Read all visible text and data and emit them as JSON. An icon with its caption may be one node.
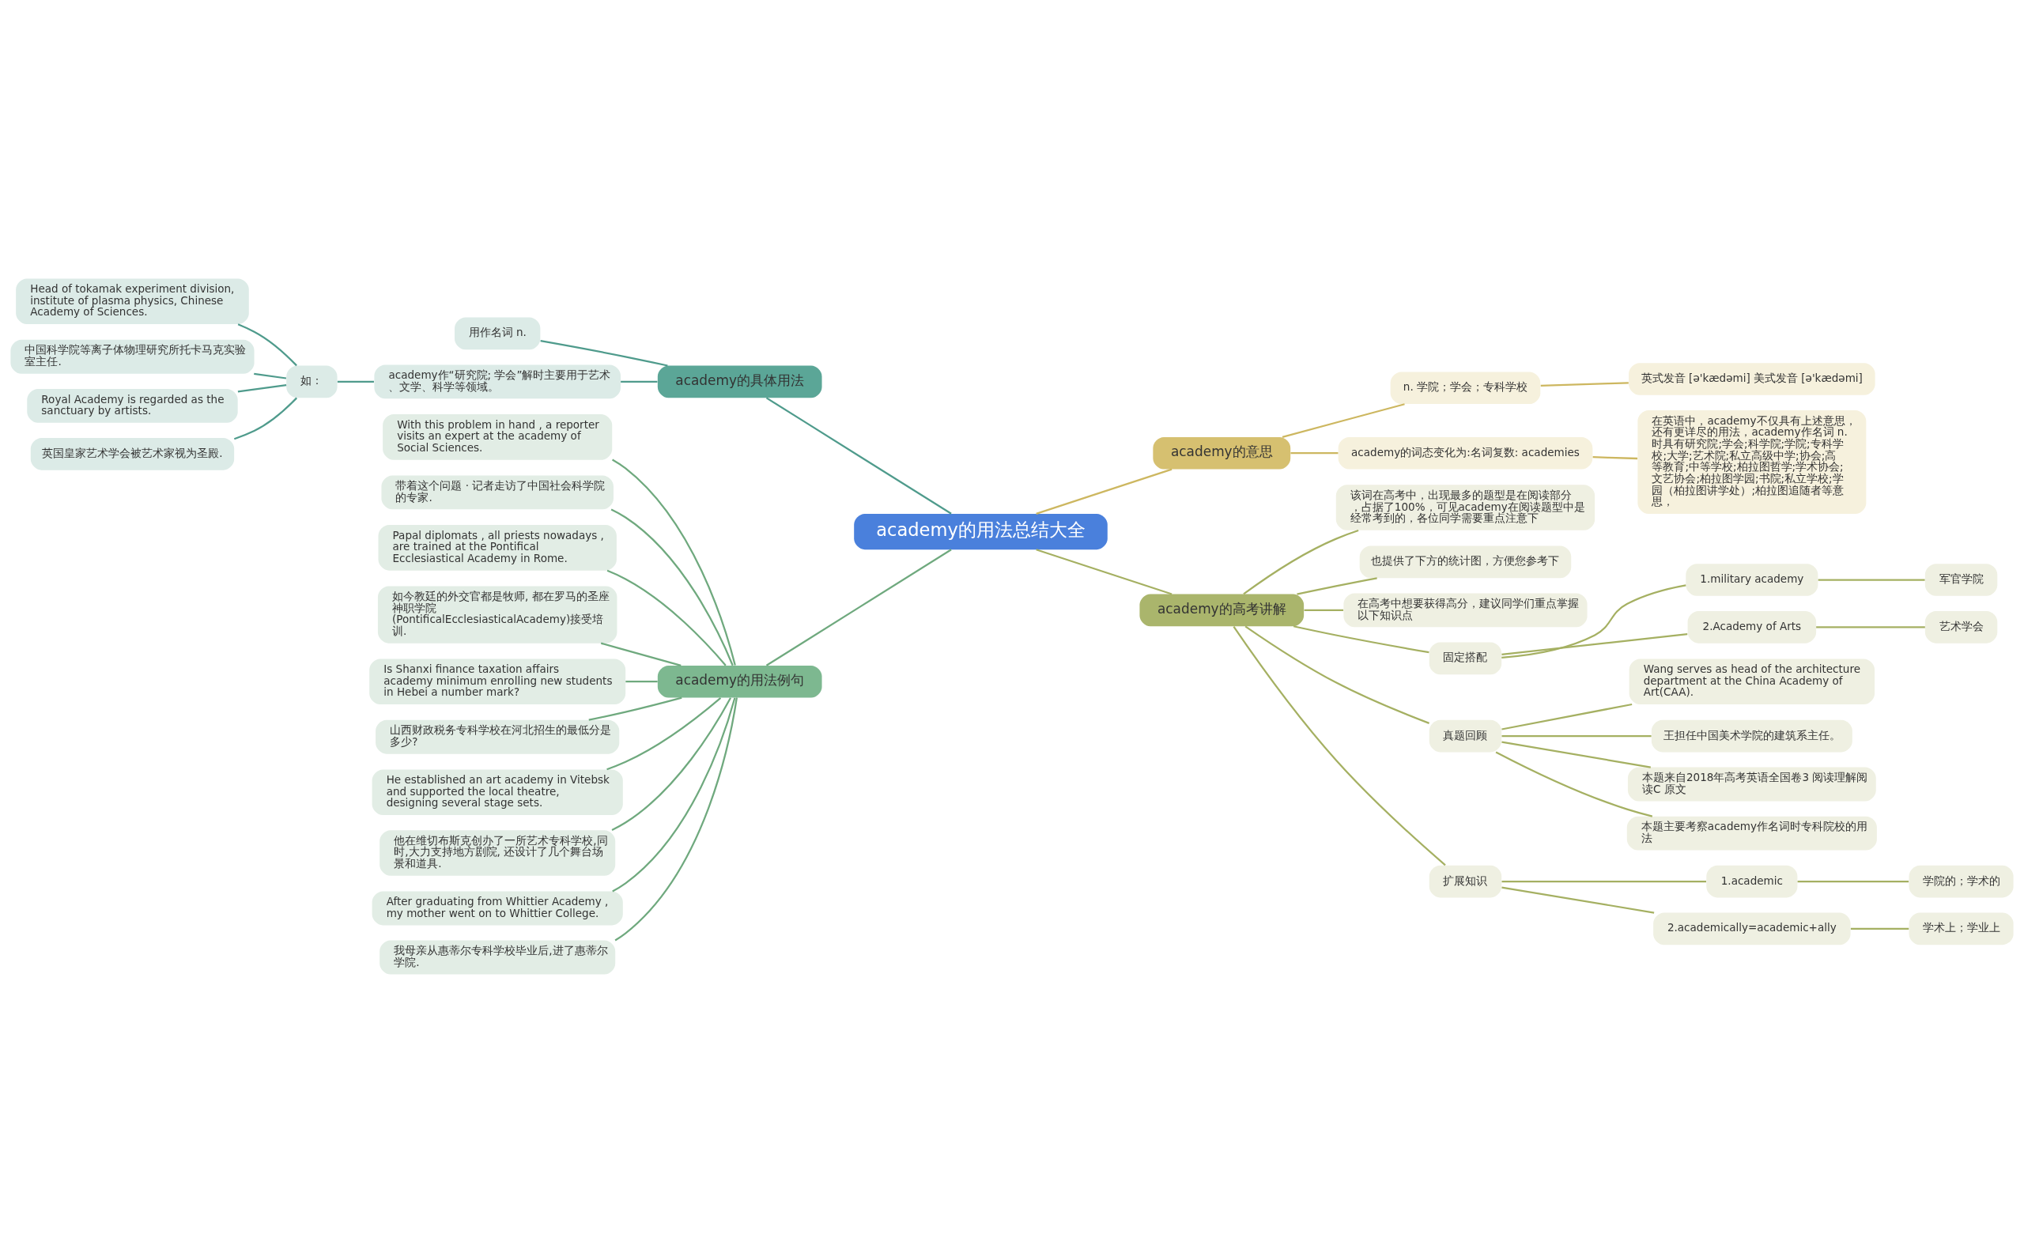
{
  "diagram": {
    "nodes": [
      {
        "text": [
          "academy的用法总结大全"
        ]
      },
      {
        "text": [
          "academy的具体用法"
        ]
      },
      {
        "text": [
          "用作名词 n."
        ]
      },
      {
        "text": [
          "academy作“研究院; 学会”解时主要用于艺术、文学、科学等领域。"
        ]
      },
      {
        "text": [
          "如："
        ]
      },
      {
        "text": [
          "Head of tokamak experiment division, institute of plasma physics, Chinese Academy of Sciences."
        ]
      },
      {
        "text": [
          "中国科学院等离子体物理研究所托卡马克实验室主任."
        ]
      },
      {
        "text": [
          "Royal Academy is regarded as the sanctuary by artists."
        ]
      },
      {
        "text": [
          "英国皇家艺术学会被艺术家视为圣殿."
        ]
      },
      {
        "text": [
          "academy的用法例句"
        ]
      },
      {
        "text": [
          "With this problem in hand , a reporter visits an expert at the academy of Social Sciences."
        ]
      },
      {
        "text": [
          "带着这个问题 · 记者走访了中国社会科学院的专家."
        ]
      },
      {
        "text": [
          "Papal diplomats , all priests nowadays , are trained at the Pontifical Ecclesiastical Academy in Rome."
        ]
      },
      {
        "text": [
          "如今教廷的外交官都是牧师, 都在罗马的圣座神职学院(PontificalEcclesiasticalAcademy)接受培训."
        ]
      },
      {
        "text": [
          "Is Shanxi finance taxation affairs academy minimum enrolling new students in Hebei a number mark?"
        ]
      },
      {
        "text": [
          "山西财政税务专科学校在河北招生的最低分是多少?"
        ]
      },
      {
        "text": [
          "He established an art academy in Vitebsk and supported the local theatre, designing several stage sets."
        ]
      },
      {
        "text": [
          "他在维切布斯克创办了一所艺术专科学校,同时,大力支持地方剧院, 还设计了几个舞台场景和道具."
        ]
      },
      {
        "text": [
          "After graduating from Whittier Academy , my mother went on to Whittier College."
        ]
      },
      {
        "text": [
          "我母亲从惠蒂尔专科学校毕业后,进了惠蒂尔学院."
        ]
      },
      {
        "text": [
          "academy的意思"
        ]
      },
      {
        "text": [
          "n. 学院；学会；专科学校"
        ]
      },
      {
        "text": [
          "英式发音 [ə'kædəmi] 美式发音 [ə'kædəmi]"
        ]
      },
      {
        "text": [
          "academy的词态变化为:名词复数: academies"
        ]
      },
      {
        "text": [
          "在英语中，academy不仅具有上述意思，还有更详尽的用法，academy作名词 n. 时具有研究院;学会;科学院;学院;专科学校;大学;艺术院;私立高级中学;协会;高等教育;中等学校;柏拉图哲学;学术协会;文艺协会;柏拉图学园;书院;私立学校;学园（柏拉图讲学处）;柏拉图追随者等意思，"
        ]
      },
      {
        "text": [
          "academy的高考讲解"
        ]
      },
      {
        "text": [
          "该词在高考中，出现最多的题型是在阅读部分，占据了100%，可见academy在阅读题型中是经常考到的，各位同学需要重点注意下"
        ]
      },
      {
        "text": [
          "也提供了下方的统计图，方便您参考下"
        ]
      },
      {
        "text": [
          "在高考中想要获得高分，建议同学们重点掌握以下知识点"
        ]
      },
      {
        "text": [
          "固定搭配"
        ]
      },
      {
        "text": [
          "1.military academy"
        ]
      },
      {
        "text": [
          "军官学院"
        ]
      },
      {
        "text": [
          "2.Academy of Arts"
        ]
      },
      {
        "text": [
          "艺术学会"
        ]
      },
      {
        "text": [
          "真题回顾"
        ]
      },
      {
        "text": [
          "Wang serves as head of the architecture department at the China Academy of Art(CAA)."
        ]
      },
      {
        "text": [
          "王担任中国美术学院的建筑系主任。"
        ]
      },
      {
        "text": [
          "本题来自2018年高考英语全国卷3 阅读理解阅读C 原文"
        ]
      },
      {
        "text": [
          "本题主要考察academy作名词时专科院校的用法"
        ]
      },
      {
        "text": [
          "扩展知识"
        ]
      },
      {
        "text": [
          "1.academic"
        ]
      },
      {
        "text": [
          "学院的；学术的"
        ]
      },
      {
        "text": [
          "2.academically=academic+ally"
        ]
      },
      {
        "text": [
          "学术上；学业上"
        ]
      }
    ],
    "edges": [
      {
        "from": 1,
        "to": 0,
        "arrow": "none",
        "color": "#4f9b8c"
      },
      {
        "from": 2,
        "to": 1,
        "arrow": "none",
        "color": "#4f9b8c"
      },
      {
        "from": 3,
        "to": 1,
        "arrow": "none",
        "color": "#4f9b8c"
      },
      {
        "from": 4,
        "to": 3,
        "arrow": "none",
        "color": "#4f9b8c"
      },
      {
        "from": 5,
        "to": 4,
        "arrow": "none",
        "color": "#4f9b8c"
      },
      {
        "from": 6,
        "to": 4,
        "arrow": "none",
        "color": "#4f9b8c"
      },
      {
        "from": 7,
        "to": 4,
        "arrow": "none",
        "color": "#4f9b8c"
      },
      {
        "from": 8,
        "to": 4,
        "arrow": "none",
        "color": "#4f9b8c"
      },
      {
        "from": 9,
        "to": 0,
        "arrow": "none",
        "color": "#6fa97e"
      },
      {
        "from": 10,
        "to": 9,
        "arrow": "none",
        "color": "#6fa97e"
      },
      {
        "from": 11,
        "to": 9,
        "arrow": "none",
        "color": "#6fa97e"
      },
      {
        "from": 12,
        "to": 9,
        "arrow": "none",
        "color": "#6fa97e"
      },
      {
        "from": 13,
        "to": 9,
        "arrow": "none",
        "color": "#6fa97e"
      },
      {
        "from": 14,
        "to": 9,
        "arrow": "none",
        "color": "#6fa97e"
      },
      {
        "from": 15,
        "to": 9,
        "arrow": "none",
        "color": "#6fa97e"
      },
      {
        "from": 16,
        "to": 9,
        "arrow": "none",
        "color": "#6fa97e"
      },
      {
        "from": 17,
        "to": 9,
        "arrow": "none",
        "color": "#6fa97e"
      },
      {
        "from": 18,
        "to": 9,
        "arrow": "none",
        "color": "#6fa97e"
      },
      {
        "from": 19,
        "to": 9,
        "arrow": "none",
        "color": "#6fa97e"
      },
      {
        "from": 0,
        "to": 20,
        "arrow": "none",
        "color": "#cdb760"
      },
      {
        "from": 20,
        "to": 21,
        "arrow": "none",
        "color": "#cdb760"
      },
      {
        "from": 21,
        "to": 22,
        "arrow": "none",
        "color": "#cdb760"
      },
      {
        "from": 20,
        "to": 23,
        "arrow": "none",
        "color": "#cdb760"
      },
      {
        "from": 23,
        "to": 24,
        "arrow": "none",
        "color": "#cdb760"
      },
      {
        "from": 0,
        "to": 25,
        "arrow": "none"
      },
      {
        "from": 25,
        "to": 26,
        "arrow": "none"
      },
      {
        "from": 25,
        "to": 27,
        "arrow": "none"
      },
      {
        "from": 25,
        "to": 28,
        "arrow": "none"
      },
      {
        "from": 25,
        "to": 29,
        "arrow": "none"
      },
      {
        "from": 29,
        "to": 30,
        "arrow": "none"
      },
      {
        "from": 30,
        "to": 31,
        "arrow": "none"
      },
      {
        "from": 29,
        "to": 32,
        "arrow": "none"
      },
      {
        "from": 32,
        "to": 33,
        "arrow": "none"
      },
      {
        "from": 25,
        "to": 34,
        "arrow": "none"
      },
      {
        "from": 34,
        "to": 35,
        "arrow": "none"
      },
      {
        "from": 34,
        "to": 36,
        "arrow": "none"
      },
      {
        "from": 34,
        "to": 37,
        "arrow": "none"
      },
      {
        "from": 34,
        "to": 38,
        "arrow": "none"
      },
      {
        "from": 25,
        "to": 39,
        "arrow": "none"
      },
      {
        "from": 39,
        "to": 40,
        "arrow": "none"
      },
      {
        "from": 40,
        "to": 41,
        "arrow": "none"
      },
      {
        "from": 39,
        "to": 42,
        "arrow": "none"
      },
      {
        "from": 42,
        "to": 43,
        "arrow": "none"
      }
    ]
  }
}
